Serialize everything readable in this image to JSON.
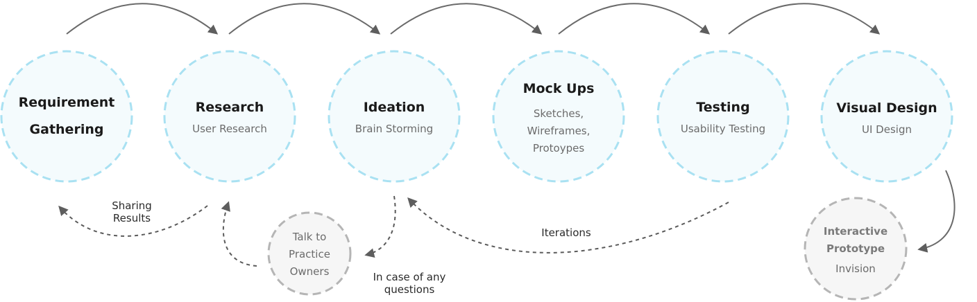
{
  "stages": [
    {
      "title_lines": [
        "Requirement",
        "Gathering"
      ],
      "subtitle_lines": []
    },
    {
      "title_lines": [
        "Research"
      ],
      "subtitle_lines": [
        "User Research"
      ]
    },
    {
      "title_lines": [
        "Ideation"
      ],
      "subtitle_lines": [
        "Brain Storming"
      ]
    },
    {
      "title_lines": [
        "Mock Ups"
      ],
      "subtitle_lines": [
        "Sketches,",
        "Wireframes,",
        "Protoypes"
      ]
    },
    {
      "title_lines": [
        "Testing"
      ],
      "subtitle_lines": [
        "Usability Testing"
      ]
    },
    {
      "title_lines": [
        "Visual Design"
      ],
      "subtitle_lines": [
        "UI Design"
      ]
    }
  ],
  "talk_node": {
    "lines": [
      "Talk to",
      "Practice",
      "Owners"
    ]
  },
  "prototype_node": {
    "title_lines": [
      "Interactive",
      "Prototype"
    ],
    "subtitle": "Invision"
  },
  "notes": {
    "sharing": [
      "Sharing",
      "Results"
    ],
    "questions": [
      "In case of any",
      "questions"
    ],
    "iterations": "Iterations"
  },
  "colors": {
    "stage_stroke": "#a9e1f2",
    "stage_fill": "#f4fbfd",
    "aux_stroke": "#b5b5b5",
    "arrow": "#6a6a6a"
  }
}
